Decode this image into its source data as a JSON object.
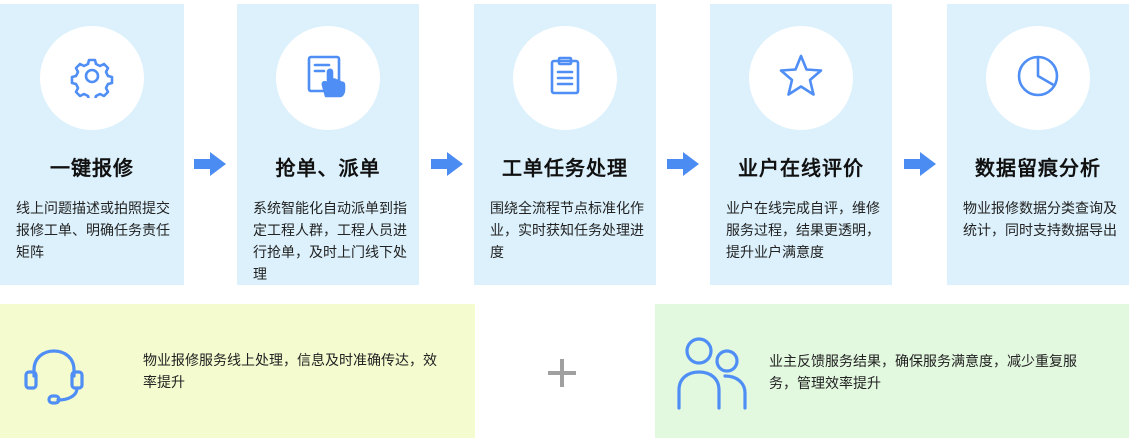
{
  "steps": [
    {
      "title": "一键报修",
      "desc": "线上问题描述或拍照提交报修工单、明确任务责任矩阵",
      "icon": "gear-icon"
    },
    {
      "title": "抢单、派单",
      "desc": "系统智能化自动派单到指定工程人群，工程人员进行抢单，及时上门线下处理",
      "icon": "hand-tap-icon"
    },
    {
      "title": "工单任务处理",
      "desc": "围绕全流程节点标准化作业，实时获知任务处理进度",
      "icon": "clipboard-icon"
    },
    {
      "title": "业户在线评价",
      "desc": "业户在线完成自评，维修服务过程，结果更透明，提升业户满意度",
      "icon": "star-icon"
    },
    {
      "title": "数据留痕分析",
      "desc": "物业报修数据分类查询及统计，同时支持数据导出",
      "icon": "pie-chart-icon"
    }
  ],
  "benefits": [
    {
      "text": "物业报修服务线上处理，信息及时准确传达，效率提升",
      "icon": "headset-icon"
    },
    {
      "text": "业主反馈服务结果，确保服务满意度，减少重复服务，管理效率提升",
      "icon": "users-icon"
    }
  ],
  "plus_symbol": "+",
  "colors": {
    "card_bg": "#dcf1fc",
    "icon_blue": "#4f8ef5",
    "arrow_blue": "#4b8cf2",
    "panel_yellow": "#f4fbcf",
    "panel_green": "#e2f8df",
    "plus_gray": "#a0a0a0"
  }
}
